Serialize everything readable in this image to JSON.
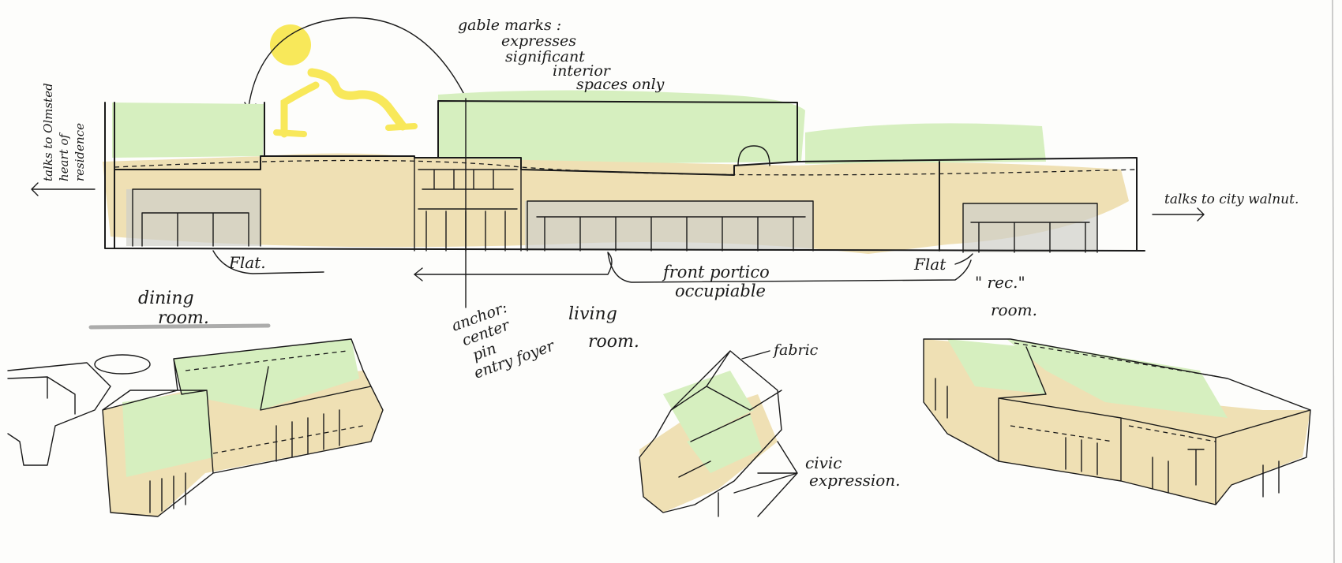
{
  "annotations": {
    "gable_note": [
      "gable marks :",
      "expresses",
      "significant",
      "interior",
      "spaces only"
    ],
    "left_side": [
      "talks to Olmsted",
      "heart of",
      "residence"
    ],
    "right_side": "talks to city walnut.",
    "flat_left": "Flat.",
    "flat_right": "Flat",
    "front_portico": [
      "front portico",
      "occupiable"
    ],
    "anchor": [
      "anchor:",
      "center",
      "pin",
      "entry foyer"
    ],
    "dining_left": [
      "dining",
      "room."
    ],
    "living": [
      "living",
      "room."
    ],
    "rec": [
      "\" rec.\"",
      "room."
    ],
    "fabric": "fabric",
    "civic": [
      "civic",
      "expression."
    ]
  },
  "colors": {
    "sun": "#f8e85a",
    "roof_green": "#d6efbf",
    "wall_tan": "#efe0b4",
    "shadow_gray": "#cfcfc9",
    "ink": "#1a1a1a"
  }
}
